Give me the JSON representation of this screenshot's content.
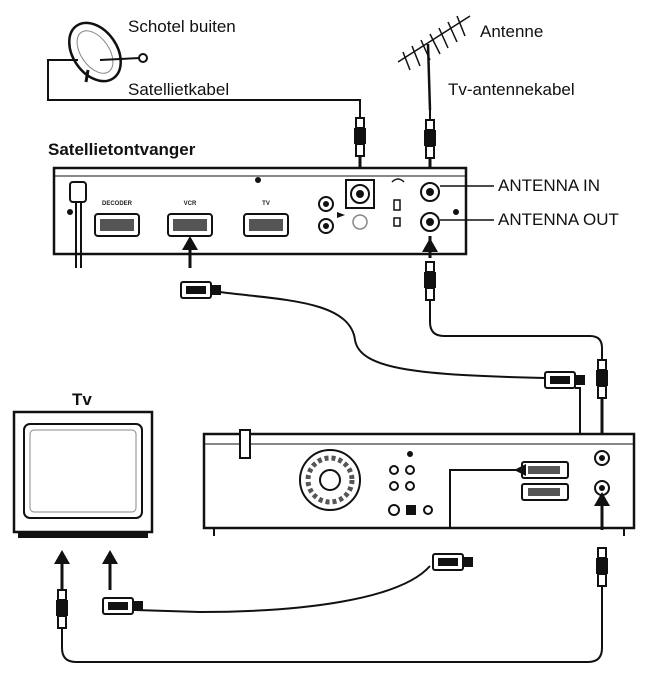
{
  "labels": {
    "dish": "Schotel buiten",
    "satellite_cable": "Satellietkabel",
    "antenna": "Antenne",
    "tv_antenna_cable": "Tv-antennekabel",
    "receiver": "Satellietontvanger",
    "antenna_in": "ANTENNA IN",
    "antenna_out": "ANTENNA OUT",
    "tv": "Tv"
  },
  "receiver_ports": {
    "decoder": "DECODER",
    "vcr": "VCR",
    "tv": "TV"
  },
  "colors": {
    "line": "#111111",
    "device_fill": "#ffffff",
    "screen": "#ffffff"
  }
}
